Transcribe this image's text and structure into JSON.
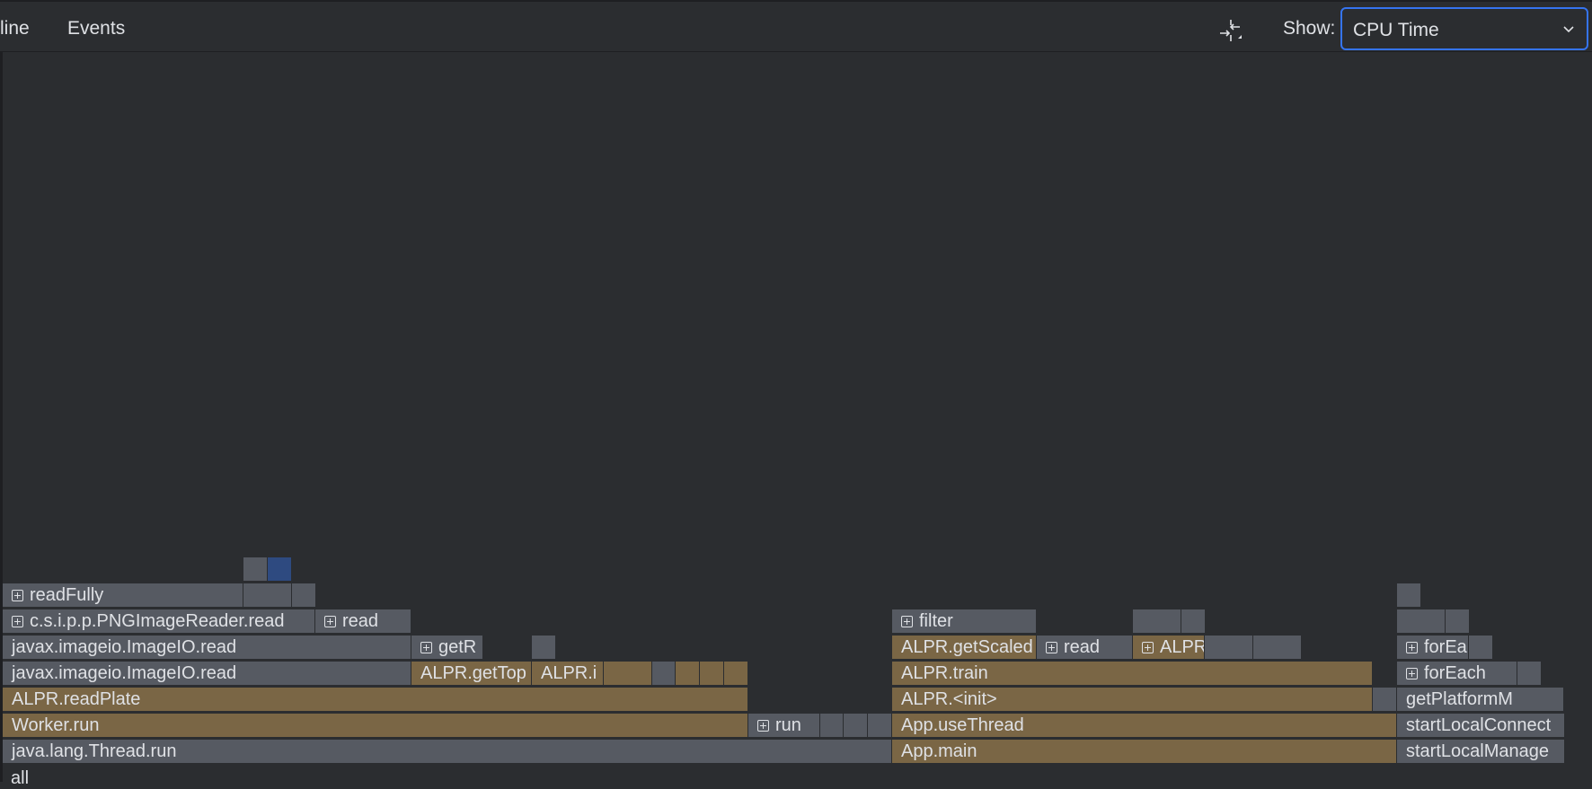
{
  "tabs": {
    "timeline": "line",
    "events": "Events"
  },
  "toolbar": {
    "collapse_icon": "collapse-arrows-icon",
    "show_label": "Show:",
    "show_value": "CPU Time",
    "show_chevron": "chevron-down-icon"
  },
  "colors": {
    "accent": "#3574f0",
    "app_frame": "#7a6645",
    "lib_frame": "#565a62",
    "selected_frame": "#2e4a80",
    "background": "#2b2d30"
  },
  "flame": {
    "root": "all",
    "frames": {
      "thread_run": "java.lang.Thread.run",
      "worker_run": "Worker.run",
      "readplate": "ALPR.readPlate",
      "imageio_read_1": "javax.imageio.ImageIO.read",
      "getTop": "ALPR.getTop",
      "alpr_i": "ALPR.i",
      "imageio_read_2": "javax.imageio.ImageIO.read",
      "getR": "getR",
      "pngreader": "c.s.i.p.p.PNGImageReader.read",
      "read_small": "read",
      "readfully": "readFully",
      "run": "run",
      "app_main": "App.main",
      "use_thread": "App.useThread",
      "alpr_init": "ALPR.<init>",
      "alpr_train": "ALPR.train",
      "get_scaled": "ALPR.getScaled",
      "read2": "read",
      "alpr3": "ALPR",
      "filter": "filter",
      "start_local_manage": "startLocalManage",
      "start_local_connect": "startLocalConnect",
      "get_platform": "getPlatformM",
      "foreach1": "forEach",
      "foreach2": "forEa"
    }
  }
}
